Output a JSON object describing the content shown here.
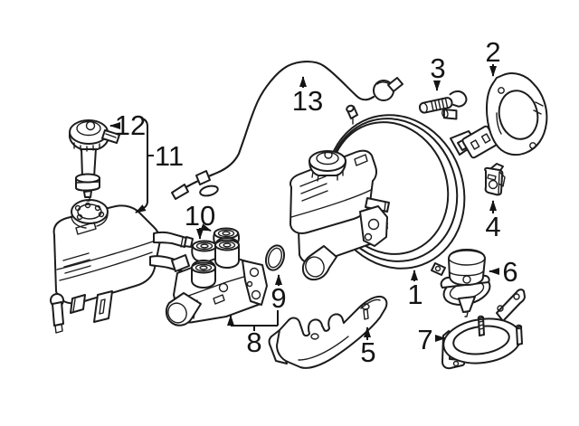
{
  "figure": {
    "type": "exploded-parts-diagram",
    "subject": "brake-booster-and-master-cylinder-assembly",
    "background_color": "#ffffff",
    "line_color": "#1c1c1c",
    "callouts": [
      "1",
      "2",
      "3",
      "4",
      "5",
      "6",
      "7",
      "8",
      "9",
      "10",
      "11",
      "12",
      "13"
    ]
  }
}
